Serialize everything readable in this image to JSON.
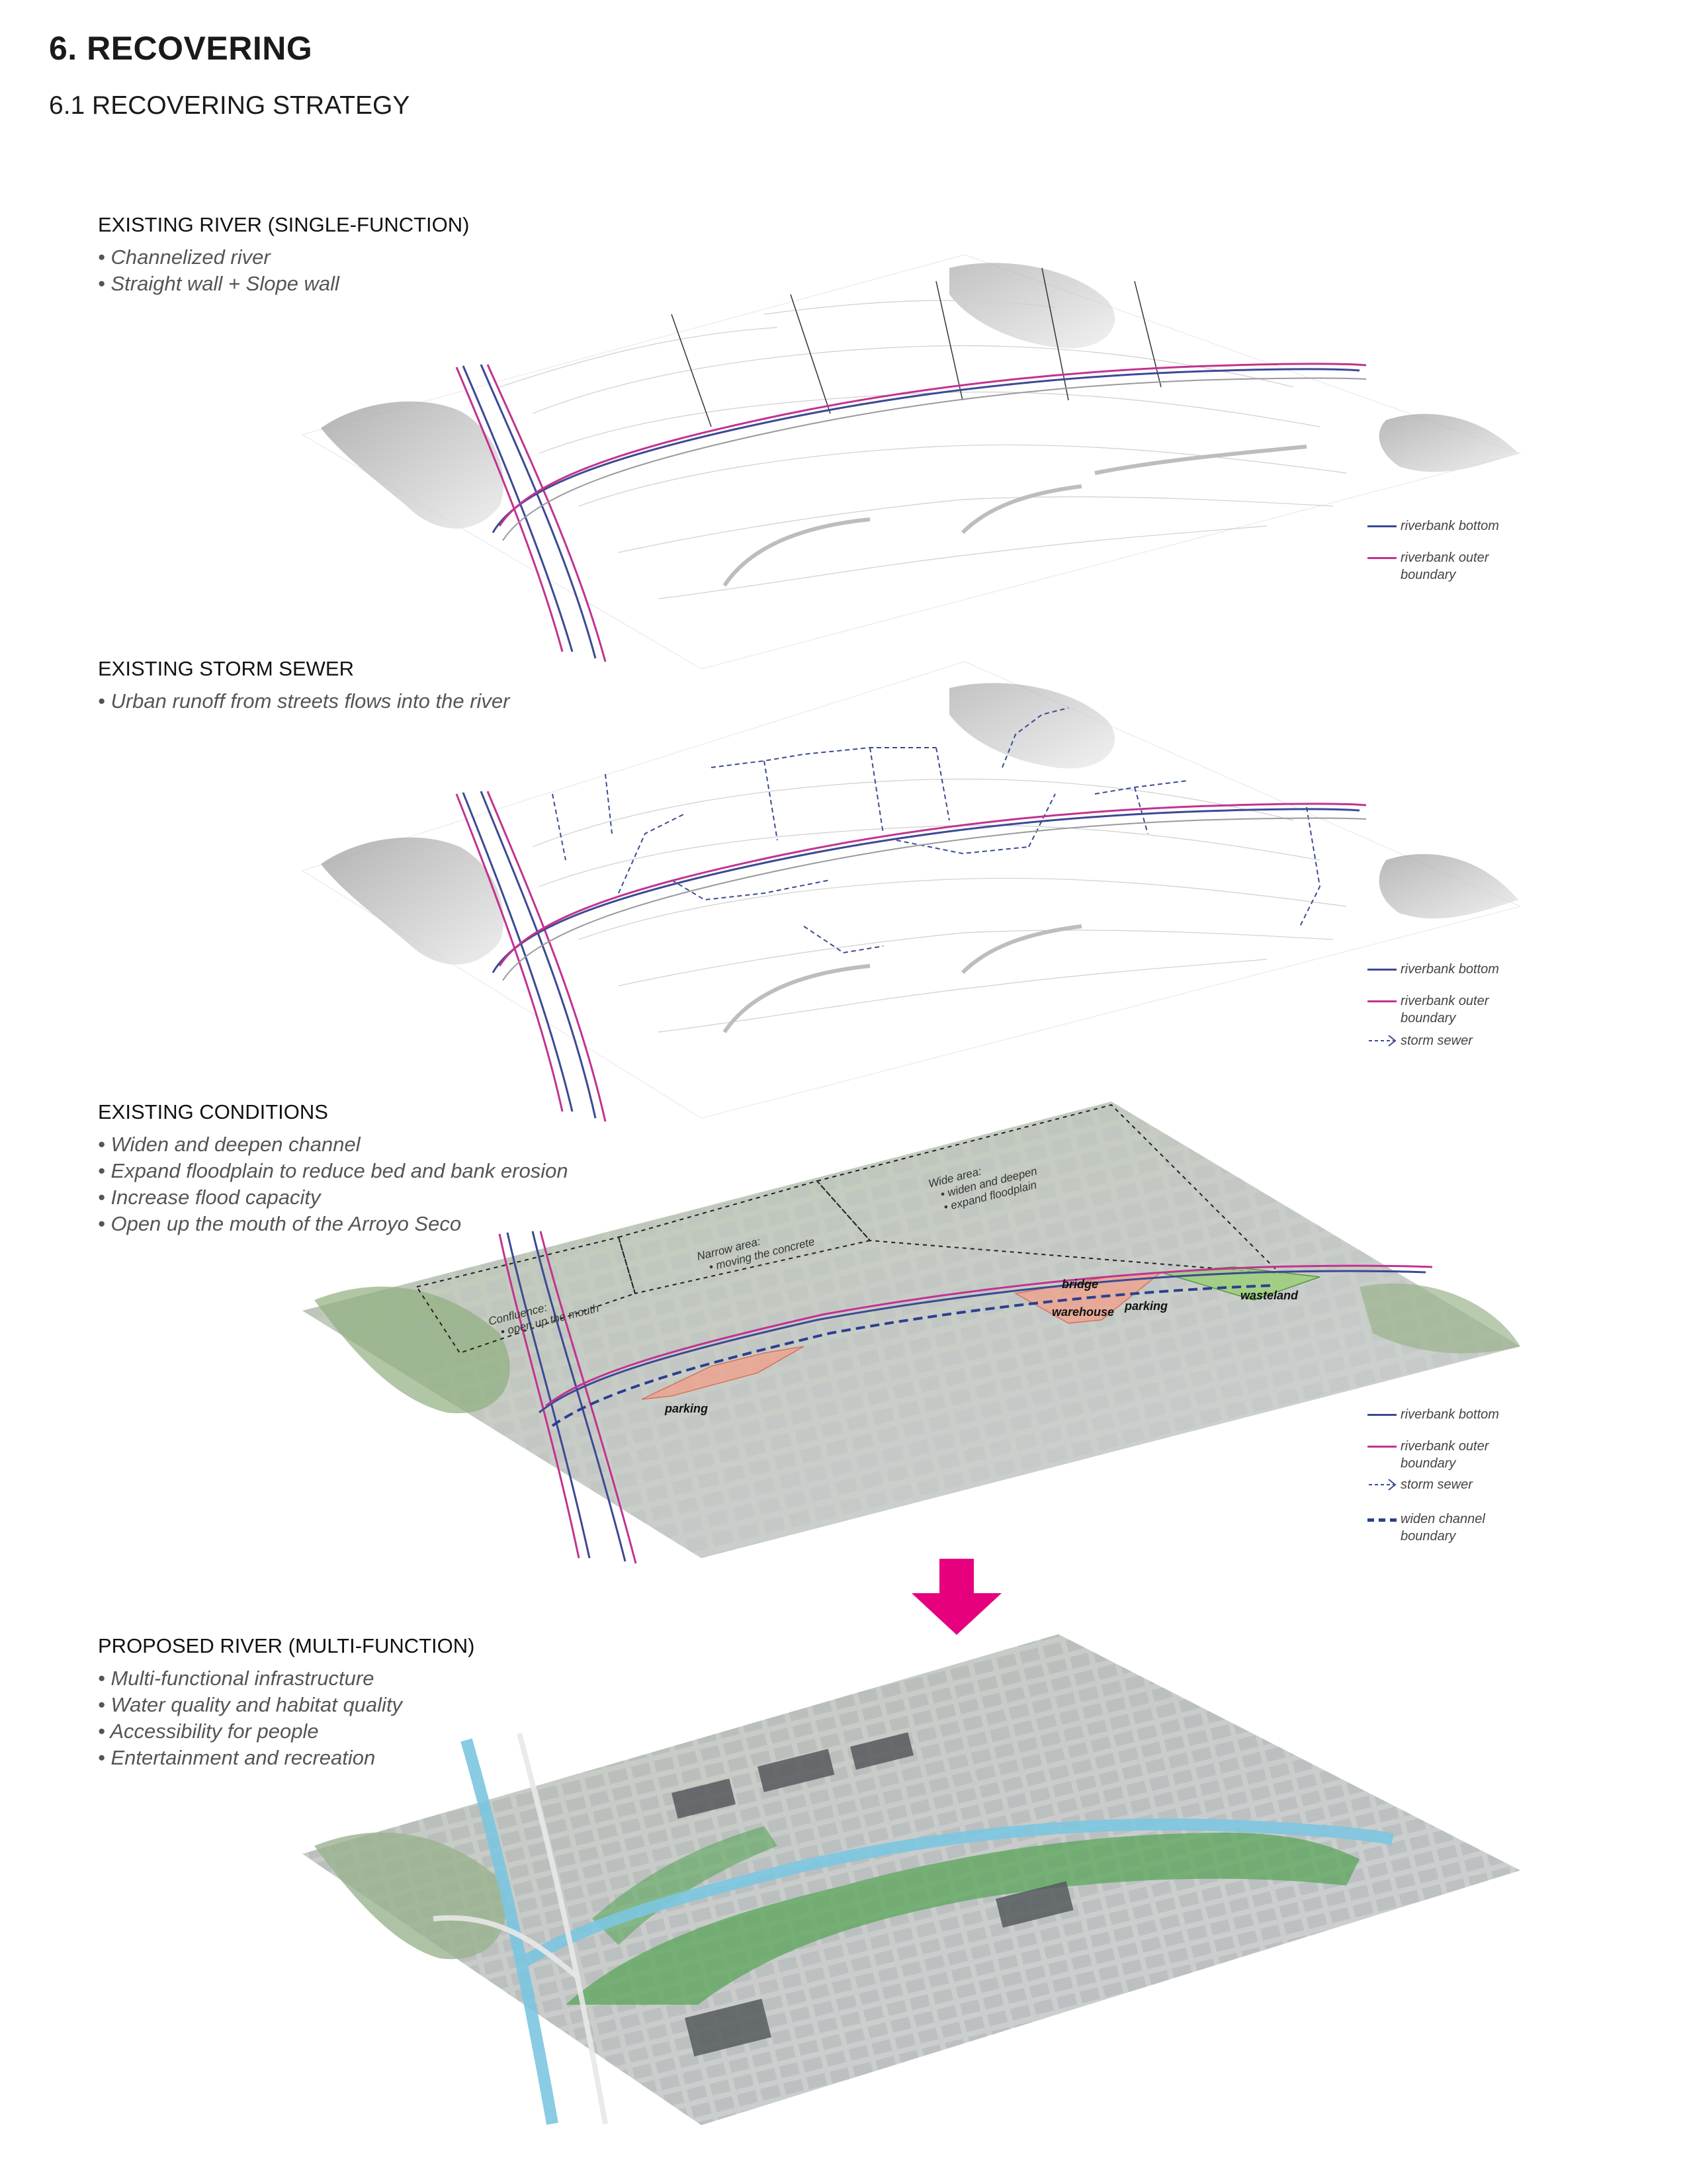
{
  "header": {
    "title": "6. RECOVERING",
    "subtitle": "6.1 RECOVERING STRATEGY"
  },
  "sections": [
    {
      "title": "EXISTING RIVER (SINGLE-FUNCTION)",
      "bullets": [
        "• Channelized river",
        "• Straight wall + Slope wall"
      ],
      "legend": [
        {
          "label": "riverbank bottom",
          "color": "#3b4a94",
          "style": "solid"
        },
        {
          "label": "riverbank outer boundary",
          "color": "#c2338f",
          "style": "solid"
        }
      ]
    },
    {
      "title": "EXISTING STORM SEWER",
      "bullets": [
        "• Urban runoff from streets flows into the river"
      ],
      "legend": [
        {
          "label": "riverbank bottom",
          "color": "#3b4a94",
          "style": "solid"
        },
        {
          "label": "riverbank outer boundary",
          "color": "#c2338f",
          "style": "solid"
        },
        {
          "label": "storm sewer",
          "color": "#3b4a94",
          "style": "dashed-arrow"
        }
      ]
    },
    {
      "title": "EXISTING CONDITIONS",
      "bullets": [
        "• Widen and deepen channel",
        "• Expand floodplain to reduce bed and bank erosion",
        "• Increase flood capacity",
        "• Open up the mouth of the Arroyo Seco"
      ],
      "legend": [
        {
          "label": "riverbank bottom",
          "color": "#3b4a94",
          "style": "solid"
        },
        {
          "label": "riverbank outer boundary",
          "color": "#c2338f",
          "style": "solid"
        },
        {
          "label": "storm sewer",
          "color": "#3b4a94",
          "style": "dashed-arrow"
        },
        {
          "label": "widen channel boundary",
          "color": "#2b3f8f",
          "style": "thick-dashed"
        }
      ],
      "map_annotations": {
        "confluence": [
          "Confluence:",
          "• open up the mouth"
        ],
        "narrow": [
          "Narrow area:",
          "• moving the concrete"
        ],
        "wide": [
          "Wide area:",
          "• widen and deepen",
          "• expand floodplain"
        ],
        "sites": [
          "bridge",
          "warehouse",
          "parking",
          "wasteland",
          "parking"
        ]
      }
    },
    {
      "title": "PROPOSED RIVER (MULTI-FUNCTION)",
      "bullets": [
        "• Multi-functional infrastructure",
        "• Water quality and habitat quality",
        "• Accessibility for people",
        "• Entertainment and recreation"
      ]
    }
  ],
  "colors": {
    "accent_arrow": "#e6007e",
    "riverbank_bottom": "#3b4a94",
    "riverbank_outer": "#c2338f",
    "site_highlight": "#f2a08a",
    "wasteland": "#9ccf7a",
    "water": "#7cc6e0"
  }
}
